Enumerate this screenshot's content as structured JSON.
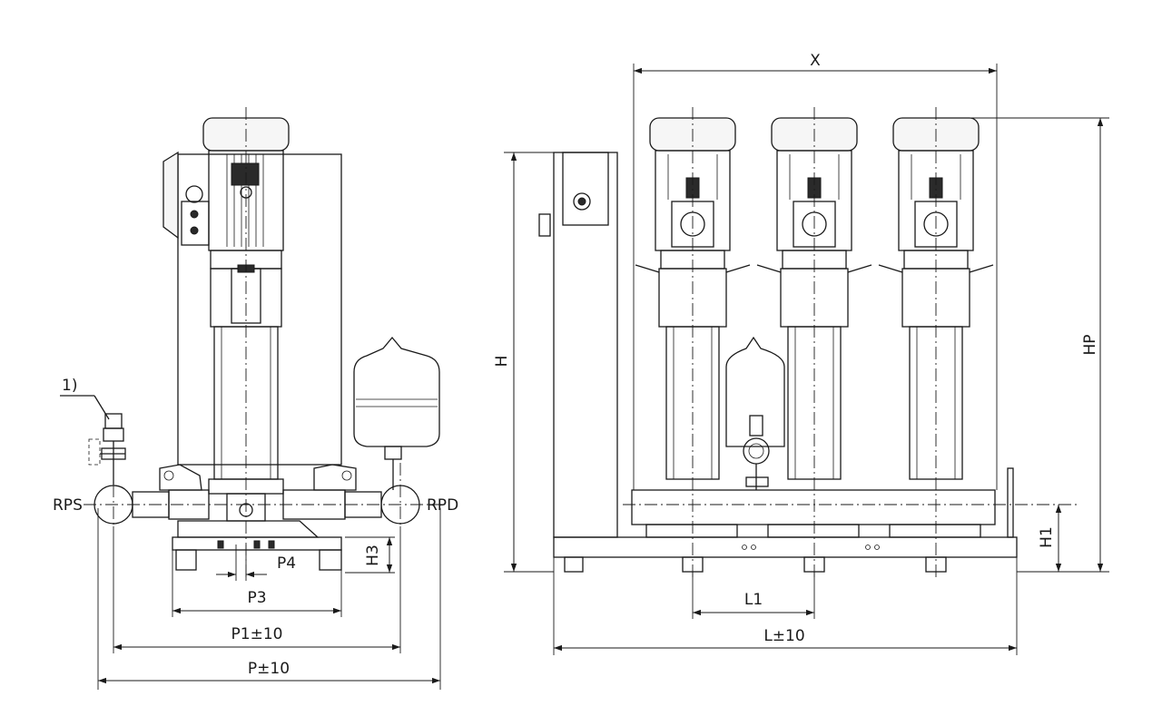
{
  "labels": {
    "note": "1)",
    "rps": "RPS",
    "rpd": "RPD",
    "h3": "H3",
    "p4": "P4",
    "p3": "P3",
    "p1": "P1±10",
    "p": "P±10",
    "x": "X",
    "h": "H",
    "hp": "HP",
    "h1": "H1",
    "l1": "L1",
    "l": "L±10"
  }
}
